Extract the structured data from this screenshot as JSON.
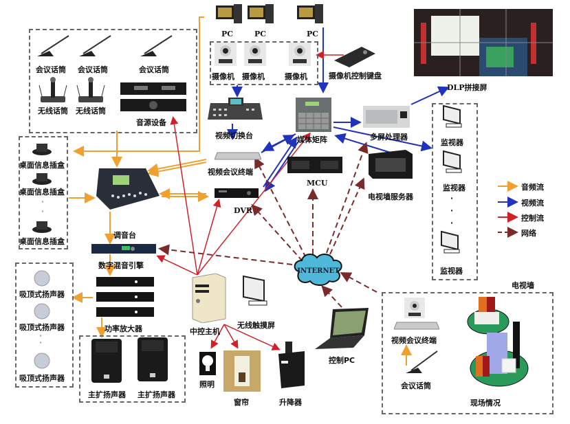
{
  "diagram": {
    "title": "",
    "colors": {
      "audio": "#f0a030",
      "video": "#2233bb",
      "control": "#d0202a",
      "network": "#7a2a2a",
      "group_border": "#666666",
      "cloud": "#4fb8d8"
    },
    "legend": [
      {
        "label": "音频流",
        "kind": "audio"
      },
      {
        "label": "视频流",
        "kind": "video"
      },
      {
        "label": "控制流",
        "kind": "control"
      },
      {
        "label": "网络",
        "kind": "network"
      }
    ],
    "nodes": {
      "conf_mic_1": "会议话筒",
      "conf_mic_2": "会议话筒",
      "conf_mic_3": "会议话筒",
      "wireless_mic_1": "无线话筒",
      "wireless_mic_2": "无线话筒",
      "audio_source": "音源设备",
      "pc_1": "PC",
      "pc_2": "PC",
      "pc_3": "PC",
      "camera_1": "摄像机",
      "camera_2": "摄像机",
      "camera_3": "摄像机",
      "camera_keyboard": "摄像机控制键盘",
      "dlp_wall": "DLP拼接屏",
      "video_switcher": "视频切换台",
      "media_matrix": "媒体矩阵",
      "multi_screen_processor": "多屏处理器",
      "monitor_1": "监视器",
      "monitor_2": "监视器",
      "monitor_3": "监视器",
      "desk_box_1": "桌面信息插盒",
      "desk_box_2": "桌面信息插盒",
      "desk_box_3": "桌面信息插盒",
      "video_conf_terminal": "视频会议终端",
      "dvr": "DVR",
      "mcu": "MCU",
      "tv_wall_server": "电视墙服务器",
      "mixer": "调音台",
      "digital_mix_engine": "数字混音引擎",
      "ceiling_spk_1": "吸顶式扬声器",
      "ceiling_spk_2": "吸顶式扬声器",
      "ceiling_spk_3": "吸顶式扬声器",
      "power_amp": "功率放大器",
      "main_spk_1": "主扩扬声器",
      "main_spk_2": "主扩扬声器",
      "central_host": "中控主机",
      "wireless_touch": "无线触摸屏",
      "internet": "INTERNET",
      "lighting": "照明",
      "curtain": "窗帘",
      "lifter": "升降器",
      "control_pc": "控制PC",
      "tv_wall": "电视墙",
      "remote_vc_terminal": "视频会议终端",
      "remote_conf_mic": "会议话筒",
      "site": "现场情况"
    }
  }
}
